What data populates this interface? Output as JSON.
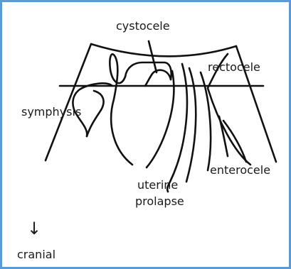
{
  "labels": {
    "cystocele": "cystocele",
    "rectocele": "rectocele",
    "symphysis": "symphysis",
    "enterocele": "enterocele",
    "uterine": "uterine",
    "prolapse": "prolapse",
    "arrow": "↓",
    "cranial": "cranial"
  },
  "colors": {
    "frame_border": "#5b9bd5",
    "line": "#111111",
    "text": "#1a1a1a"
  }
}
